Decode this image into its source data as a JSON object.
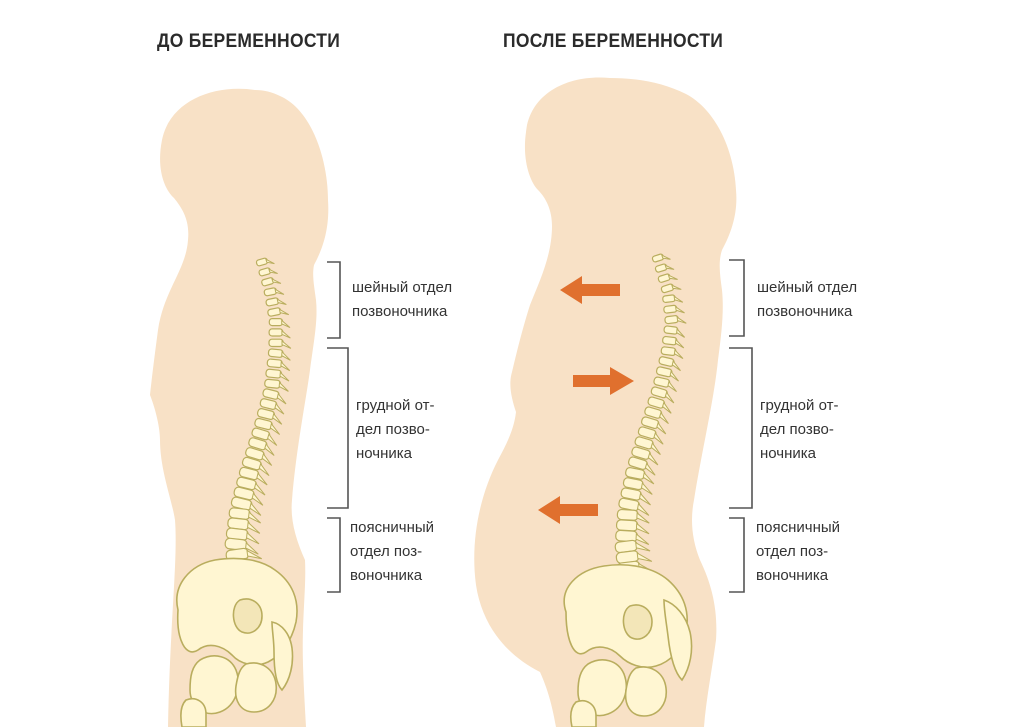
{
  "titles": {
    "before": "ДО БЕРЕМЕННОСТИ",
    "after": "ПОСЛЕ БЕРЕМЕННОСТИ"
  },
  "sections": {
    "cervical": [
      "шейный отдел",
      "позвоночника"
    ],
    "thoracic": [
      "грудной от-",
      "дел позво-",
      "ночника"
    ],
    "lumbar": [
      "поясничный",
      "отдел поз-",
      "воночника"
    ]
  },
  "colors": {
    "body": "#f8e1c6",
    "bone": "#fff6d2",
    "bone_outline": "#b9ad5e",
    "arrow": "#e0702e",
    "bracket": "#555555",
    "text": "#333333"
  }
}
